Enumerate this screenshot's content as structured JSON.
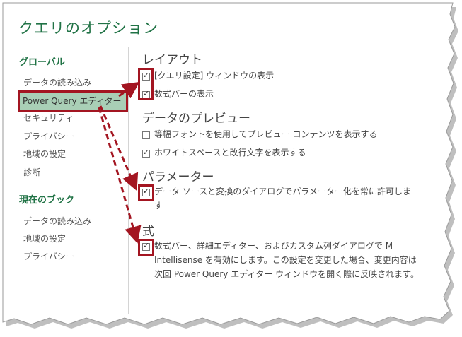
{
  "dialog": {
    "title": "クエリのオプション"
  },
  "sidebar": {
    "global_heading": "グローバル",
    "global_items": [
      {
        "label": "データの読み込み"
      },
      {
        "label": "Power Query エディター"
      },
      {
        "label": "セキュリティ"
      },
      {
        "label": "プライバシー"
      },
      {
        "label": "地域の設定"
      },
      {
        "label": "診断"
      }
    ],
    "workbook_heading": "現在のブック",
    "workbook_items": [
      {
        "label": "データの読み込み"
      },
      {
        "label": "地域の設定"
      },
      {
        "label": "プライバシー"
      }
    ]
  },
  "main": {
    "layout": {
      "heading": "レイアウト",
      "options": [
        {
          "label": "[クエリ設定] ウィンドウの表示",
          "checked": true
        },
        {
          "label": "数式バーの表示",
          "checked": true
        }
      ]
    },
    "preview": {
      "heading": "データのプレビュー",
      "options": [
        {
          "label": "等幅フォントを使用してプレビュー コンテンツを表示する",
          "checked": false
        },
        {
          "label": "ホワイトスペースと改行文字を表示する",
          "checked": true
        }
      ]
    },
    "parameters": {
      "heading": "パラメーター",
      "option": {
        "line1": "データ ソースと変換のダイアログでパラメーター化を常に許可しま",
        "line2": "す",
        "checked": true
      }
    },
    "formula": {
      "heading": "式",
      "option": {
        "line1": "数式バー、詳細エディター、およびカスタム列ダイアログで M",
        "line2": "Intellisense を有効にします。この設定を変更した場合、変更内容は",
        "line3": "次回 Power Query エディター ウィンドウを開く際に反映されます。",
        "checked": true
      }
    }
  },
  "colors": {
    "accent": "#217346",
    "highlight": "#a31521",
    "selection": "#a9cfb6"
  }
}
